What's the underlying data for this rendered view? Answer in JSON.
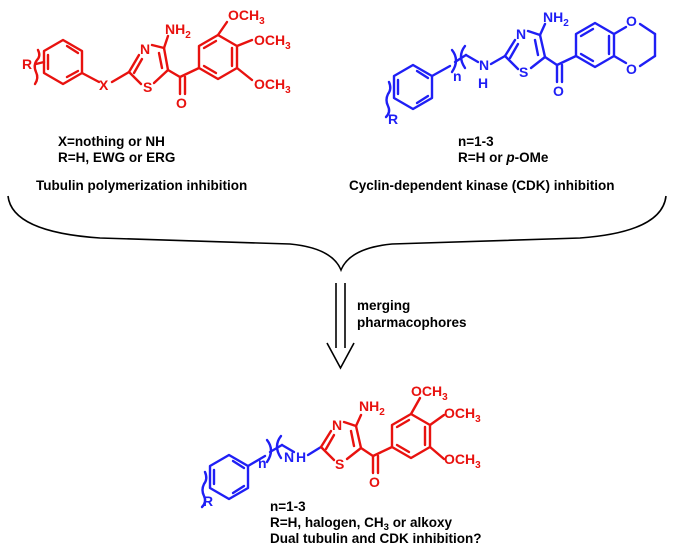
{
  "colors": {
    "red": "#e8120f",
    "blue": "#1f1ff5",
    "black": "#000000"
  },
  "compound1": {
    "atoms": {
      "R": "R",
      "X": "X",
      "N": "N",
      "S": "S",
      "NH2": "NH",
      "NH2_sub": "2",
      "O": "O",
      "OCH3_top": "OCH",
      "OCH3_mid": "OCH",
      "OCH3_bot": "OCH",
      "sub3": "3"
    },
    "line1_bold": "X",
    "line1_rest": "=nothing or NH",
    "line2": "R=H, EWG or ERG",
    "line3": "Tubulin  polymerization inhibition"
  },
  "compound2": {
    "atoms": {
      "R": "R",
      "n": "n",
      "N": "N",
      "H": "H",
      "N_ring": "N",
      "S": "S",
      "NH2": "NH",
      "NH2_sub": "2",
      "O": "O",
      "O_top": "O",
      "O_bot": "O"
    },
    "line1": "n=1-3",
    "line2_pre": "R=H or ",
    "line2_ital": "p",
    "line2_post": "-OMe",
    "line3": "Cyclin-dependent kinase (CDK) inhibition"
  },
  "arrow": {
    "line1": "merging",
    "line2": "pharmacophores"
  },
  "compound3": {
    "atoms": {
      "R": "R",
      "n": "n",
      "N": "N",
      "H": "H",
      "N_ring": "N",
      "S": "S",
      "NH2": "NH",
      "NH2_sub": "2",
      "O": "O",
      "OCH3_top": "OCH",
      "OCH3_mid": "OCH",
      "OCH3_bot": "OCH",
      "sub3": "3"
    },
    "line1": "n=1-3",
    "line2_pre": "R=H, halogen, CH",
    "line2_sub": "3",
    "line2_post": " or alkoxy",
    "line3": "Dual tubulin and CDK inhibition?"
  }
}
